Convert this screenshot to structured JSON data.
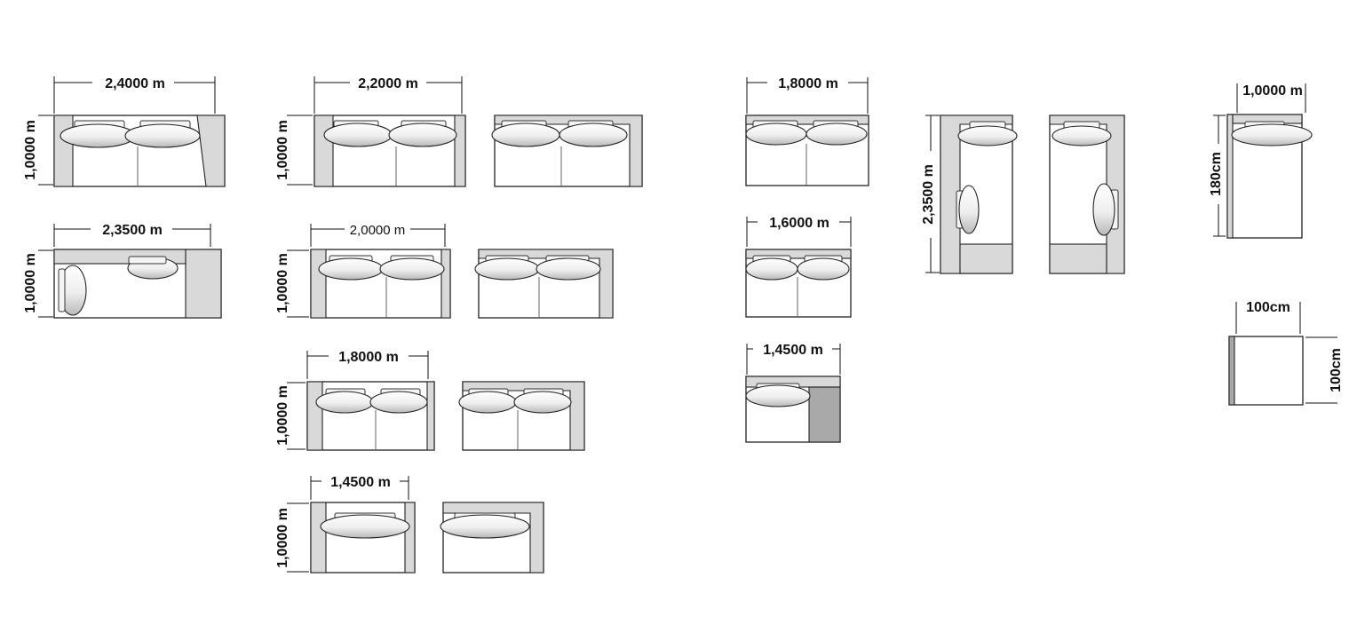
{
  "drawing": {
    "colors": {
      "line": "#222222",
      "arm": "#d9d9d9",
      "arm_dark": "#a8a8a8",
      "background": "#ffffff"
    },
    "labels": {
      "w_2400": "2,4000 m",
      "w_2350": "2,3500 m",
      "w_2200": "2,2000 m",
      "w_2000": "2,0000 m",
      "w_1800_a": "1,8000 m",
      "w_1450_a": "1,4500 m",
      "w_1800_b": "1,8000 m",
      "w_1600": "1,6000 m",
      "w_1450_b": "1,4500 m",
      "h_2350": "2,3500 m",
      "w_1000": "1,0000 m",
      "h_180cm": "180cm",
      "w_100cm": "100cm",
      "h_100cm": "100cm",
      "d_1000_a": "1,0000 m",
      "d_1000_b": "1,0000 m",
      "d_1000_c": "1,0000 m",
      "d_1000_d": "1,0000 m",
      "d_1000_e": "1,0000 m",
      "d_1000_f": "1,0000 m"
    }
  }
}
